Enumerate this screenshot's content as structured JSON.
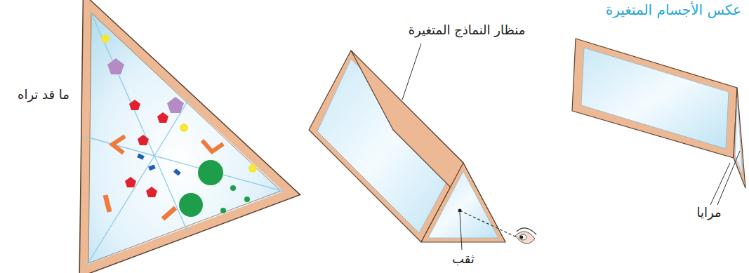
{
  "diagram": {
    "labels": [
      "عكس الأجسام المتغيرة",
      "منظار النماذج المتغيرة",
      "ما قد تراه",
      "مرايا",
      "ثقب"
    ]
  }
}
